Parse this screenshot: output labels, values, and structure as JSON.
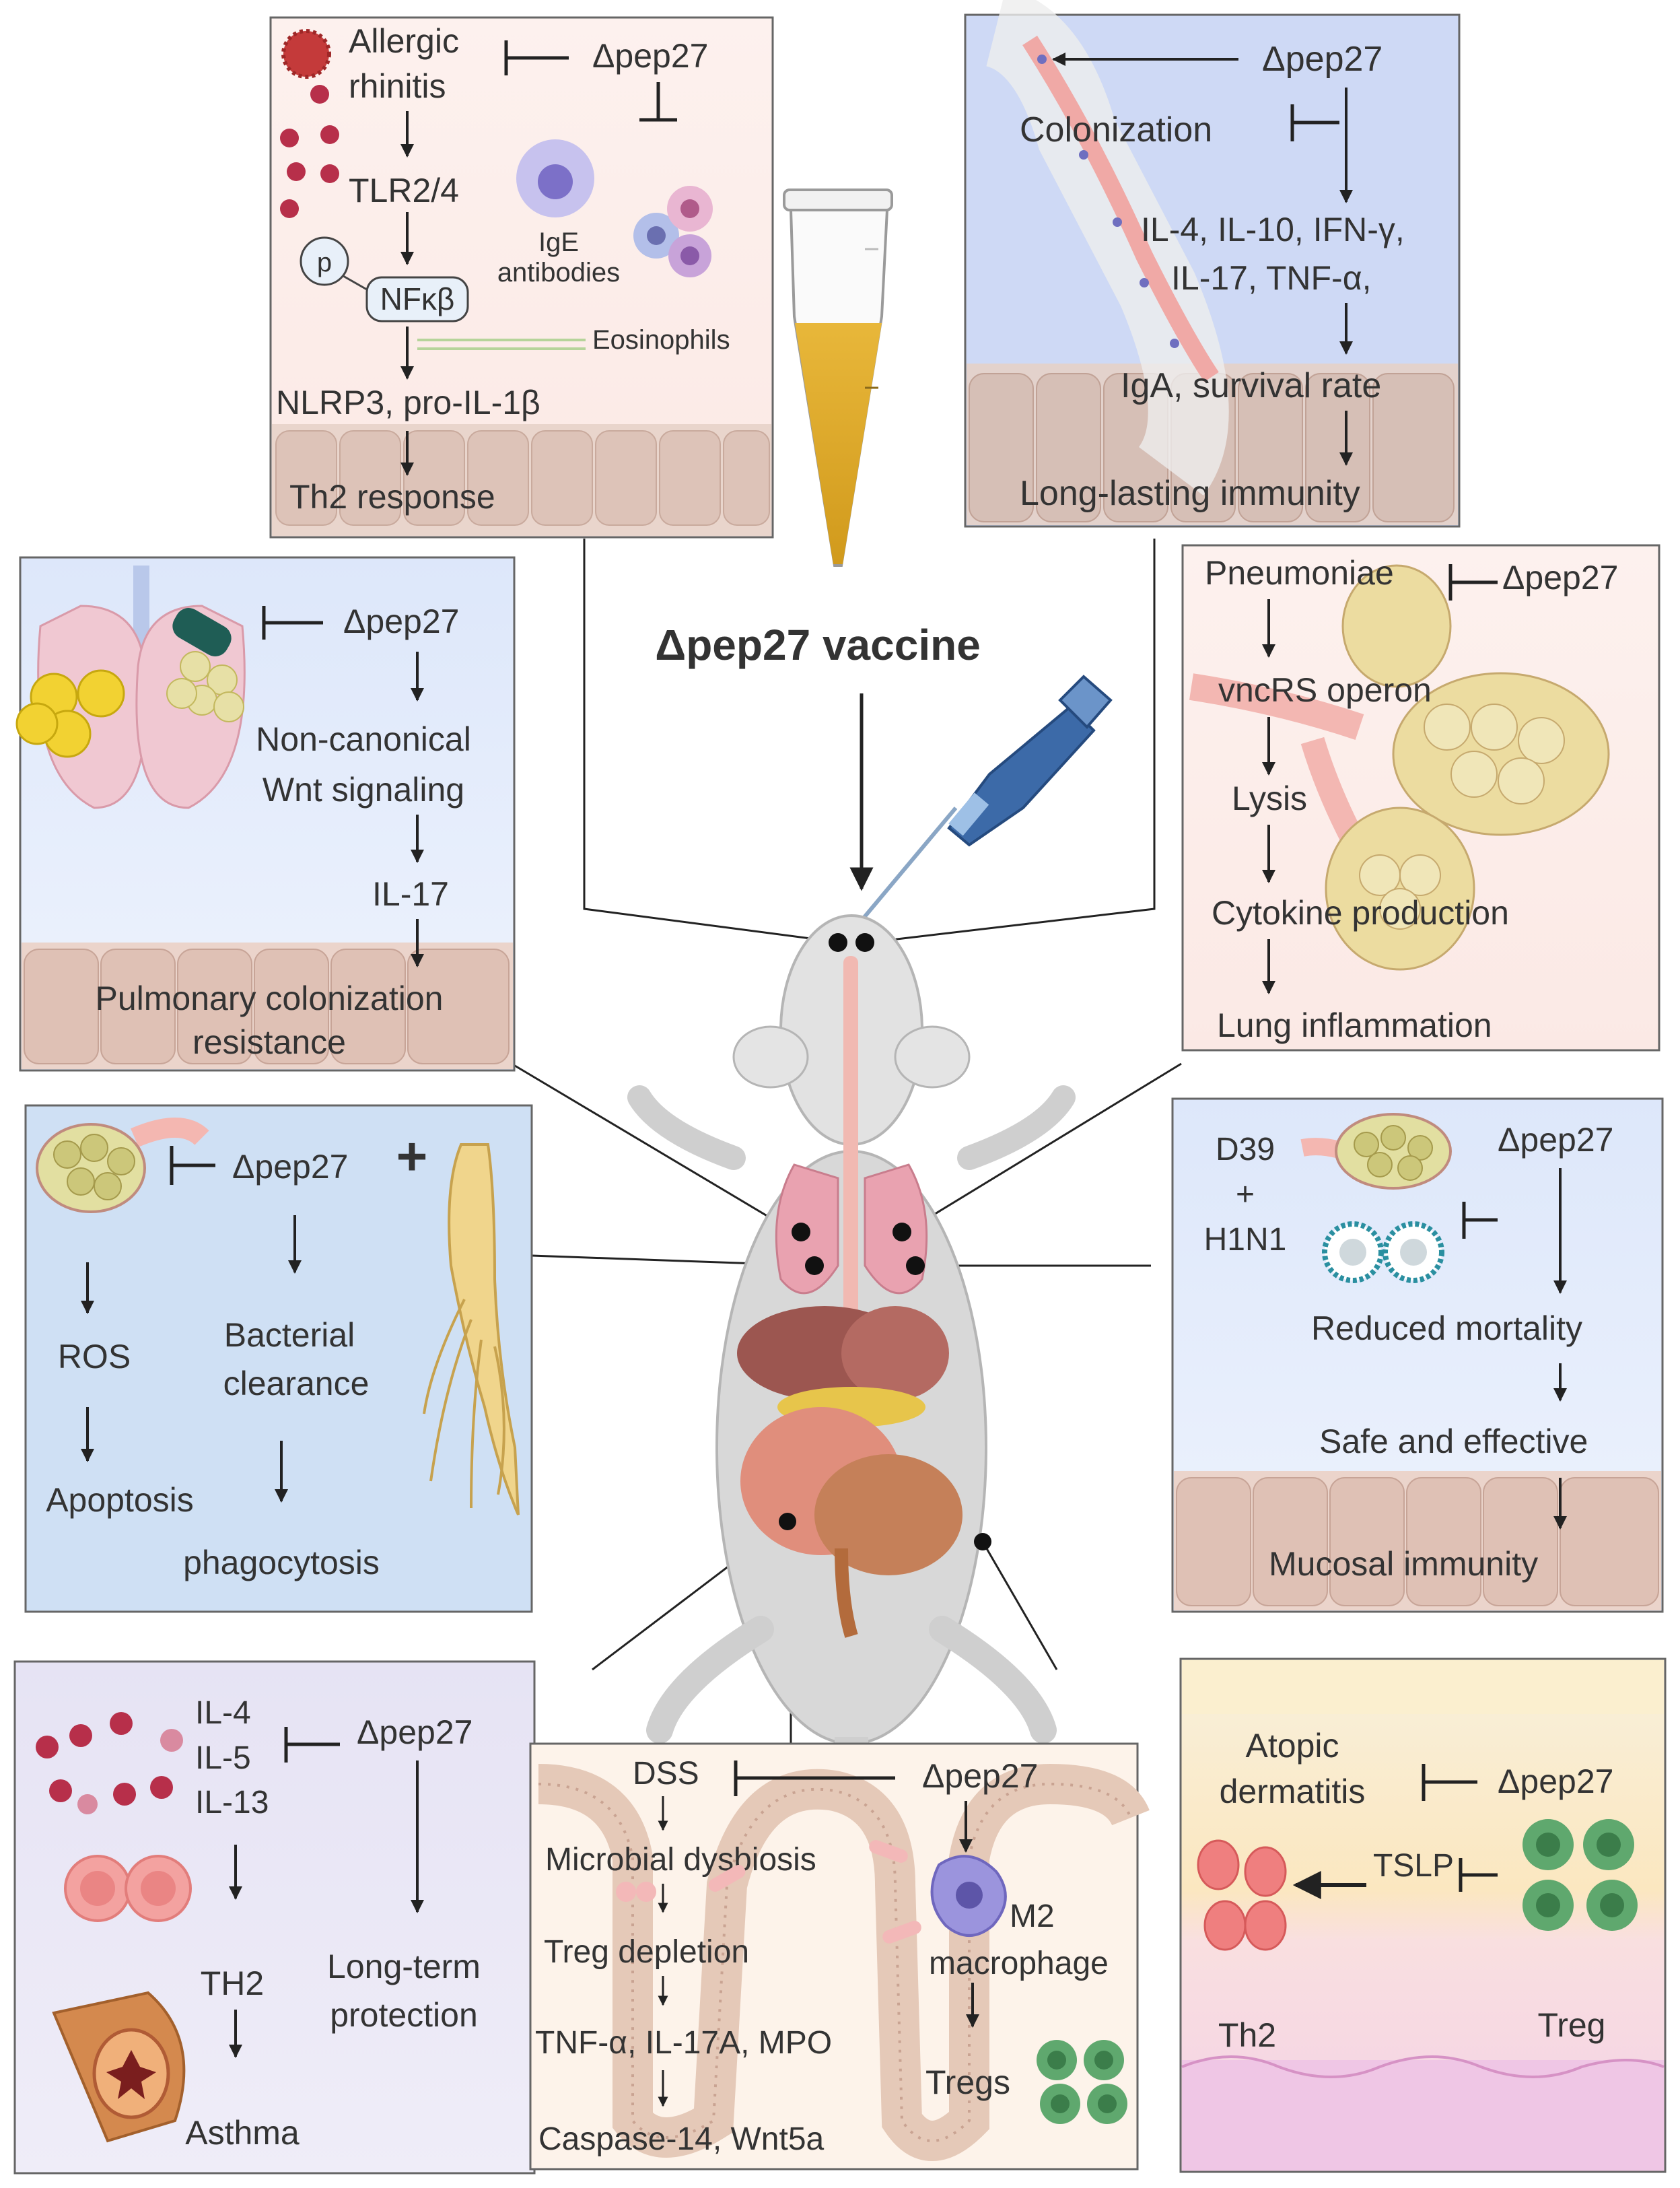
{
  "title": "Δpep27 vaccine",
  "colors": {
    "inhibit": "#2a2a2a",
    "dss": "#d0453a",
    "panel_border": "#666666"
  },
  "panels": {
    "allergic": {
      "title_l1": "Allergic",
      "title_l2": "rhinitis",
      "agent": "Δpep27",
      "tlr": "TLR2/4",
      "p": "p",
      "nfkb": "NFκβ",
      "ige_l1": "IgE",
      "ige_l2": "antibodies",
      "eos": "Eosinophils",
      "nlrp3": "NLRP3, pro-IL-1β",
      "th2": "Th2 response"
    },
    "colonization": {
      "agent": "Δpep27",
      "colonization": "Colonization",
      "cyt1": "IL-4, IL-10, IFN-γ,",
      "cyt2": "IL-17, TNF-α,",
      "iga": "IgA, survival rate",
      "immunity": "Long-lasting immunity"
    },
    "wnt": {
      "agent": "Δpep27",
      "l1": "Non-canonical",
      "l2": "Wnt signaling",
      "il17": "IL-17",
      "res1": "Pulmonary colonization",
      "res2": "resistance"
    },
    "pneumoniae": {
      "title": "Pneumoniae",
      "agent": "Δpep27",
      "operon": "vncRS operon",
      "lysis": "Lysis",
      "cyto": "Cytokine production",
      "inflam": "Lung inflammation"
    },
    "ginseng": {
      "agent": "Δpep27",
      "plus": "+",
      "ros": "ROS",
      "bc1": "Bacterial",
      "bc2": "clearance",
      "apop": "Apoptosis",
      "phago": "phagocytosis"
    },
    "d39": {
      "d39": "D39",
      "plus": "+",
      "h1n1": "H1N1",
      "agent": "Δpep27",
      "mort": "Reduced mortality",
      "safe": "Safe and effective",
      "mucosal": "Mucosal immunity"
    },
    "asthma": {
      "il4": "IL-4",
      "il5": "IL-5",
      "il13": "IL-13",
      "agent": "Δpep27",
      "th2": "TH2",
      "asthma": "Asthma",
      "ltp1": "Long-term",
      "ltp2": "protection"
    },
    "colitis": {
      "dss": "DSS",
      "agent": "Δpep27",
      "dysb": "Microbial dysbiosis",
      "treg": "Treg depletion",
      "tnf": "TNF-α, IL-17A, MPO",
      "casp": "Caspase-14, Wnt5a",
      "m2a": "M2",
      "m2b": "macrophage",
      "tregs": "Tregs"
    },
    "dermatitis": {
      "ad1": "Atopic",
      "ad2": "dermatitis",
      "agent": "Δpep27",
      "tslp": "TSLP",
      "th2": "Th2",
      "treg": "Treg"
    }
  }
}
